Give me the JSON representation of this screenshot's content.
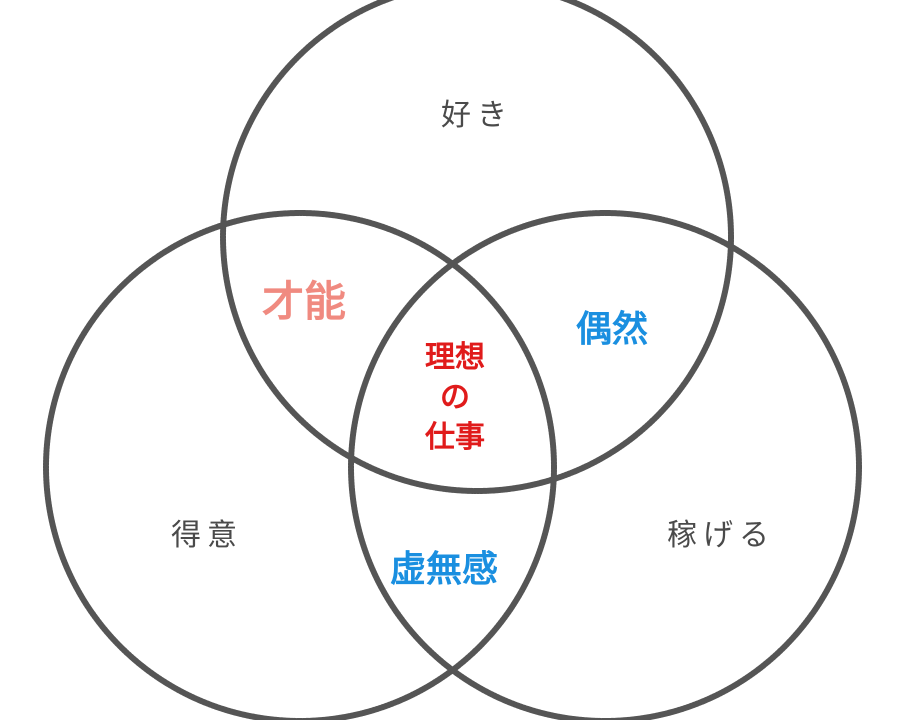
{
  "sets": {
    "top": "好き",
    "left": "得意",
    "right": "稼げる"
  },
  "overlaps": {
    "top_left": "才能",
    "top_right": "偶然",
    "left_right": "虚無感"
  },
  "center": {
    "line1": "理想",
    "line2": "の",
    "line3": "仕事"
  },
  "colors": {
    "circle_stroke": "#555555",
    "set_text": "#4a4a4a",
    "talent": "#f08a80",
    "chance": "#1a8fe0",
    "emptiness": "#1a8fe0",
    "ideal": "#e01b1b"
  }
}
